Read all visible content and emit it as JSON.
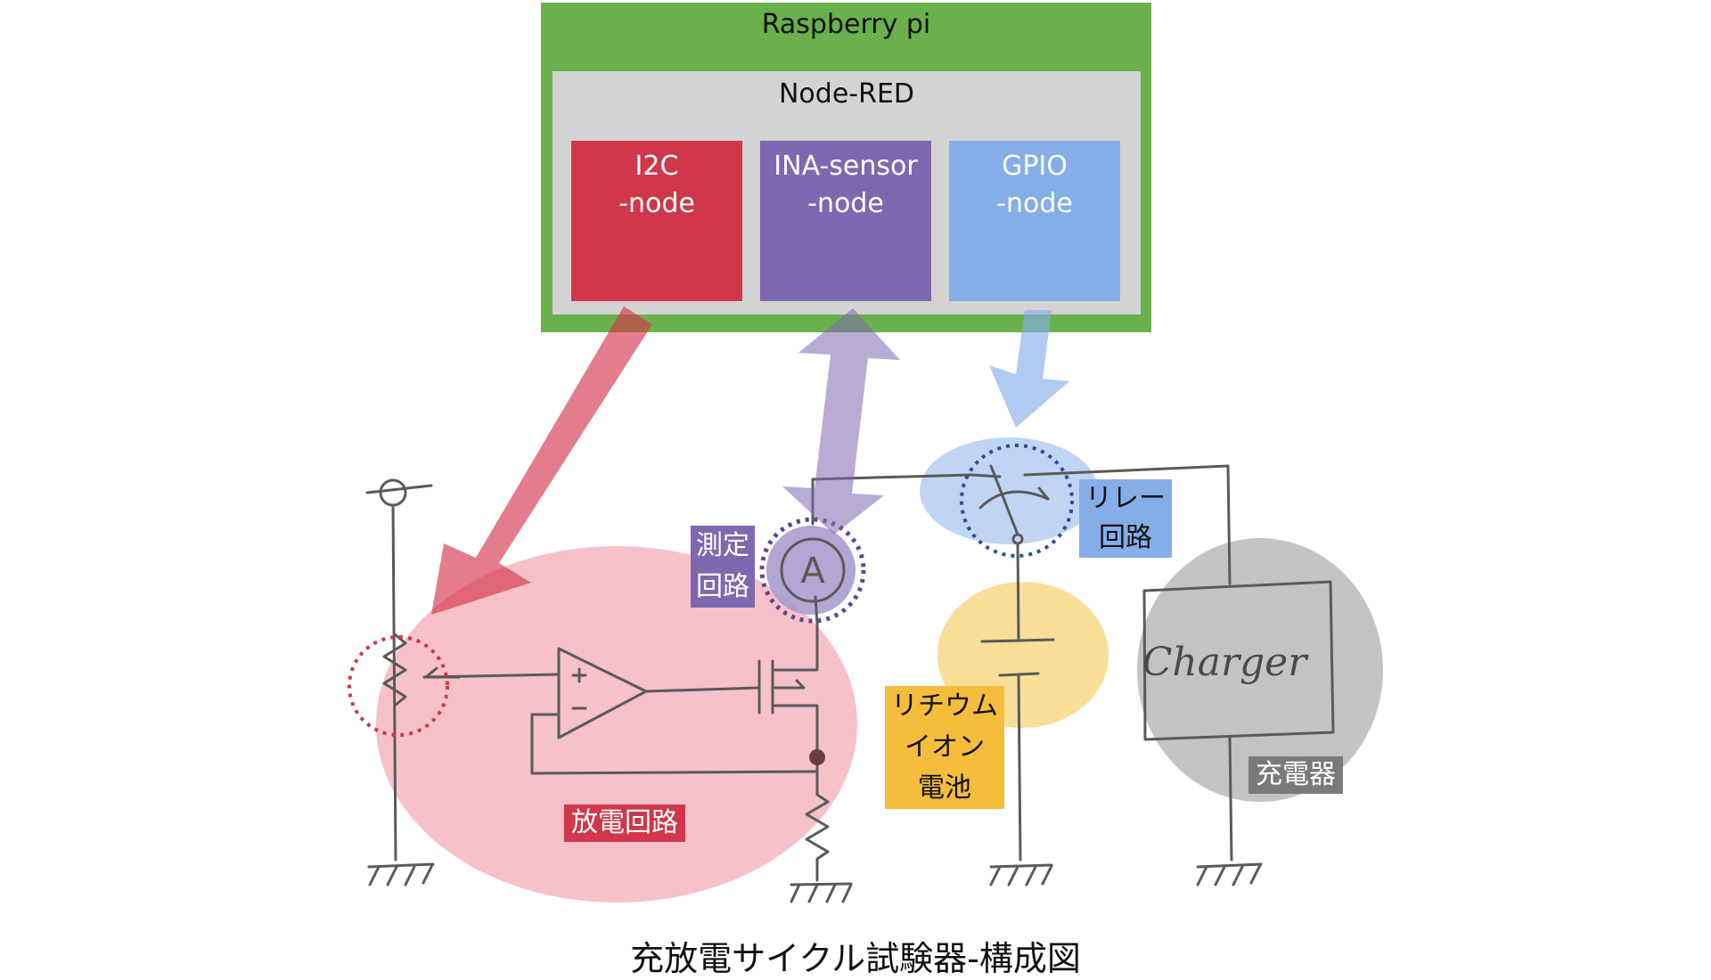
{
  "raspberry_pi": {
    "title": "Raspberry pi"
  },
  "node_red": {
    "title": "Node-RED",
    "nodes": [
      {
        "line1": "I2C",
        "line2": "-node"
      },
      {
        "line1": "INA-sensor",
        "line2": "-node"
      },
      {
        "line1": "GPIO",
        "line2": "-node"
      }
    ]
  },
  "circuit": {
    "measure_label": {
      "line1": "測定",
      "line2": "回路"
    },
    "ammeter_symbol": "A",
    "relay_label": {
      "line1": "リレー",
      "line2": "回路"
    },
    "battery_label": {
      "line1": "リチウム",
      "line2": "イオン",
      "line3": "電池"
    },
    "charger_text": "Charger",
    "charger_label": "充電器",
    "discharge_label": "放電回路"
  },
  "caption": "充放電サイクル試験器-構成図",
  "colors": {
    "raspberry_pi": "#6ab04c",
    "node_red": "#d3d3d3",
    "i2c": "#d0374a",
    "ina": "#7e68b0",
    "gpio": "#85aee8",
    "discharge_zone": "#f4b6bf",
    "relay_zone": "#b9d0f2",
    "battery_zone": "#f9dc91",
    "charger_zone": "#bdbdbd"
  }
}
